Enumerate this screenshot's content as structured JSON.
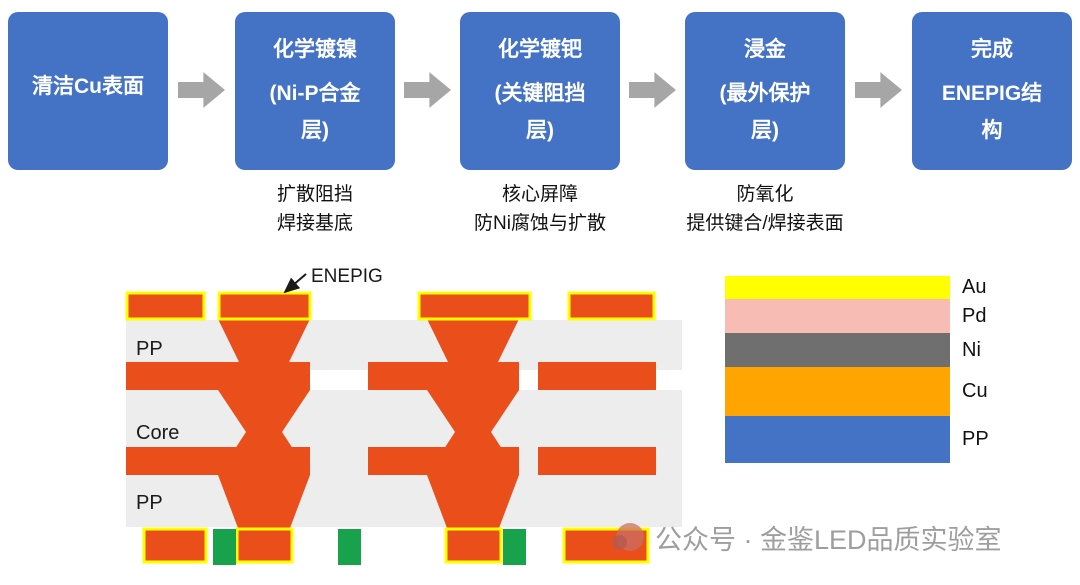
{
  "flow": {
    "box_color": "#4472C4",
    "arrow_color": "#A6A6A6",
    "steps": [
      {
        "lines": [
          "清洁Cu表面"
        ]
      },
      {
        "lines": [
          "化学镀镍",
          "(Ni-P合金",
          "层)"
        ],
        "note": [
          "扩散阻挡",
          "焊接基底"
        ]
      },
      {
        "lines": [
          "化学镀钯",
          "(关键阻挡",
          "层)"
        ],
        "note": [
          "核心屏障",
          "防Ni腐蚀与扩散"
        ]
      },
      {
        "lines": [
          "浸金",
          "(最外保护",
          "层)"
        ],
        "note": [
          "防氧化",
          "提供键合/焊接表面"
        ]
      },
      {
        "lines": [
          "完成",
          "ENEPIG结",
          "构"
        ]
      }
    ]
  },
  "cross_section": {
    "callout_label": "ENEPIG",
    "layers": {
      "top": "PP",
      "core": "Core",
      "bottom": "PP"
    },
    "colors": {
      "copper": "#E94E1B",
      "enepig_coating": "#FFFF00",
      "dielectric": "#EDEDED",
      "solder_mask": "#18A24B"
    }
  },
  "legend": {
    "items": [
      {
        "label": "Au",
        "color": "#FFFF00"
      },
      {
        "label": "Pd",
        "color": "#F7BCB4"
      },
      {
        "label": "Ni",
        "color": "#6F6F6F"
      },
      {
        "label": "Cu",
        "color": "#FFA400"
      },
      {
        "label": "PP",
        "color": "#4472C4"
      }
    ]
  },
  "watermark": {
    "text": "公众号 · 金鉴LED品质实验室"
  }
}
